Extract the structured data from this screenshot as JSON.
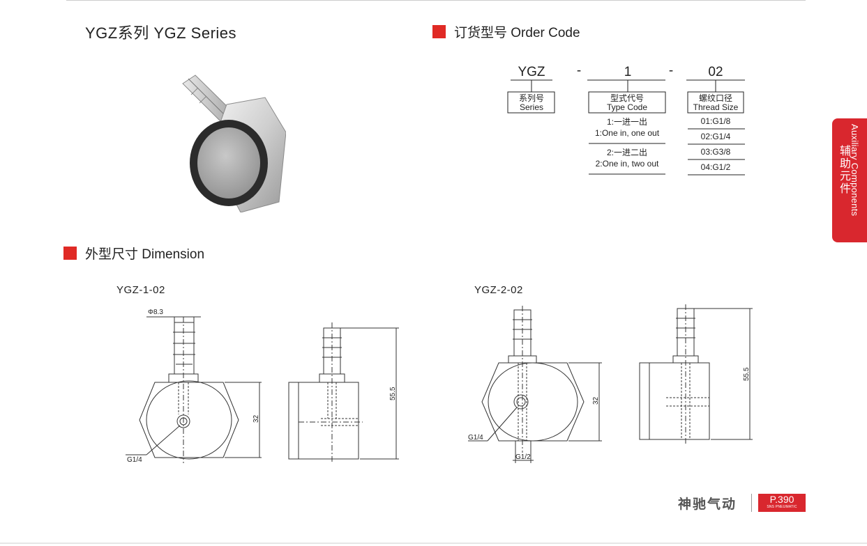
{
  "header": {
    "title": "YGZ系列 YGZ Series"
  },
  "order_code": {
    "heading": "订货型号 Order Code",
    "code_parts": [
      "YGZ",
      "-",
      "1",
      "-",
      "02"
    ],
    "series_box": [
      "系列号",
      "Series"
    ],
    "type_box": [
      "型式代号",
      "Type Code"
    ],
    "thread_box": [
      "螺纹口径",
      "Thread Size"
    ],
    "type_options": [
      {
        "cn": "1:一进一出",
        "en": "1:One in, one out"
      },
      {
        "cn": "2:一进二出",
        "en": "2:One in, two out"
      }
    ],
    "thread_options": [
      "01:G1/8",
      "02:G1/4",
      "03:G3/8",
      "04:G1/2"
    ]
  },
  "side_tab": {
    "en": "Auxiliary Components",
    "cn": "辅助元件"
  },
  "dimension": {
    "heading": "外型尺寸 Dimension",
    "models": [
      {
        "name": "YGZ-1-02",
        "labels": {
          "dia": "Φ8.3",
          "height": "55.5",
          "body": "32",
          "port": "G1/4"
        }
      },
      {
        "name": "YGZ-2-02",
        "labels": {
          "height": "55.5",
          "body": "32",
          "port": "G1/4",
          "port2": "G1/2"
        }
      }
    ]
  },
  "footer": {
    "brand": "神驰气动",
    "page": "P.390",
    "page_sub": "SNS PNEUMATIC"
  },
  "colors": {
    "accent": "#d9272e",
    "bullet": "#e02a25"
  }
}
